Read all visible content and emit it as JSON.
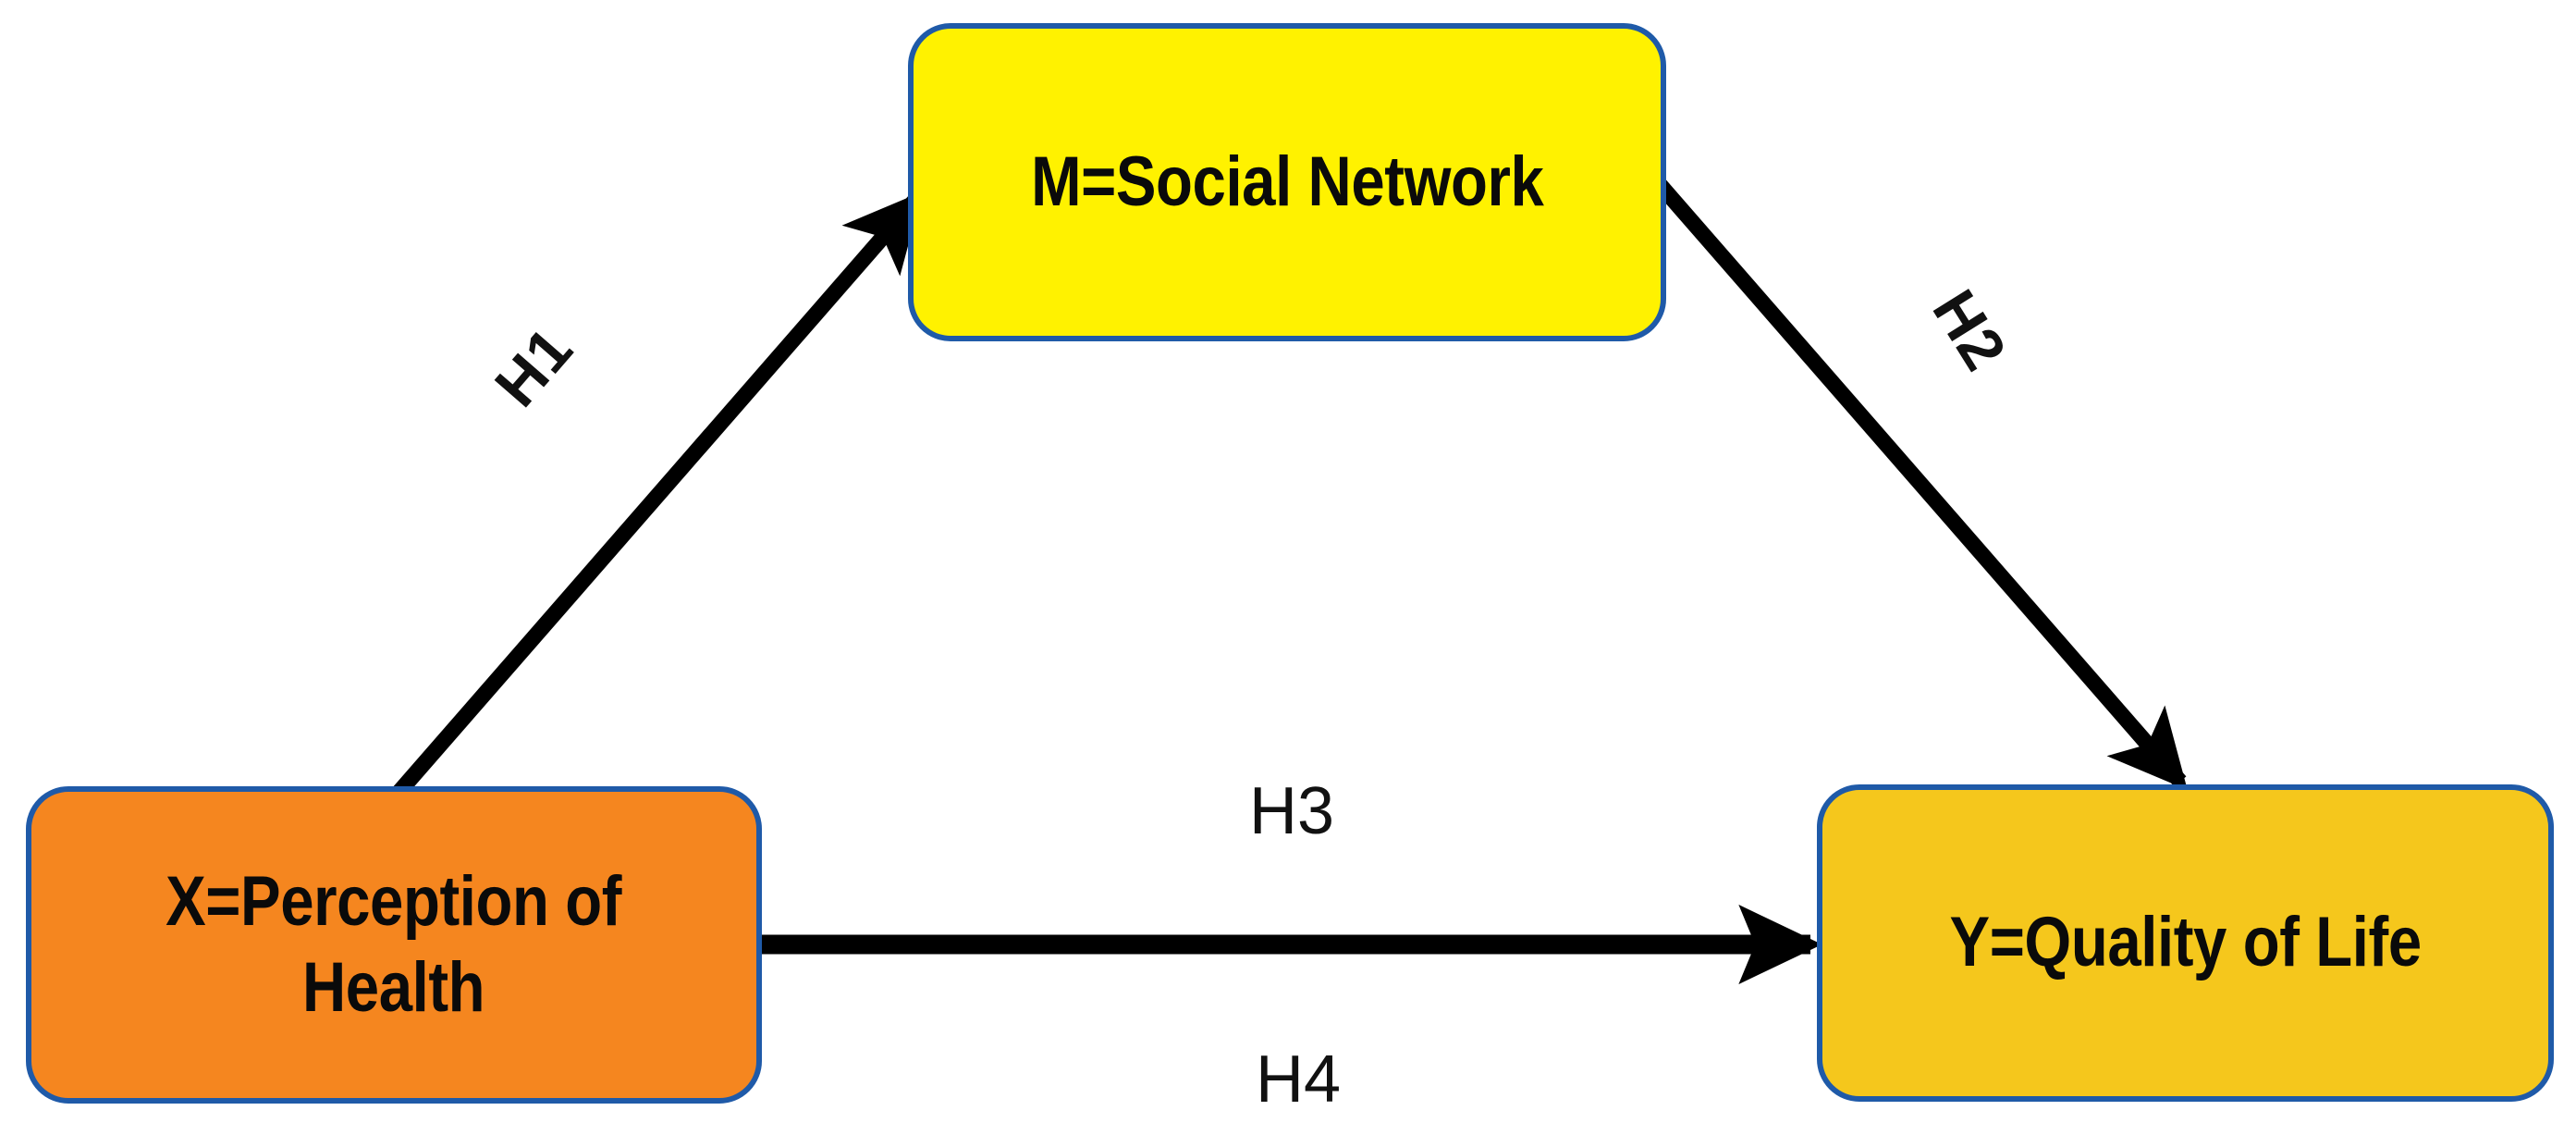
{
  "diagram": {
    "type": "mediation-model",
    "background_color": "#ffffff",
    "border_color": "#1f5aa8",
    "arrow_color": "#000000",
    "nodes": [
      {
        "id": "mediator",
        "role": "M",
        "label": "M=Social Network",
        "fill_color": "#fff200"
      },
      {
        "id": "predictor",
        "role": "X",
        "label": "X=Perception of\nHealth",
        "fill_color": "#f5861f"
      },
      {
        "id": "outcome",
        "role": "Y",
        "label": "Y=Quality of Life",
        "fill_color": "#f5c71c"
      }
    ],
    "paths": [
      {
        "id": "h1",
        "label": "H1",
        "from": "predictor",
        "to": "mediator"
      },
      {
        "id": "h2",
        "label": "H2",
        "from": "mediator",
        "to": "outcome"
      },
      {
        "id": "h3",
        "label": "H3",
        "from": "predictor",
        "to": "outcome"
      },
      {
        "id": "h4",
        "label": "H4",
        "from": "predictor",
        "to": "outcome"
      }
    ]
  }
}
